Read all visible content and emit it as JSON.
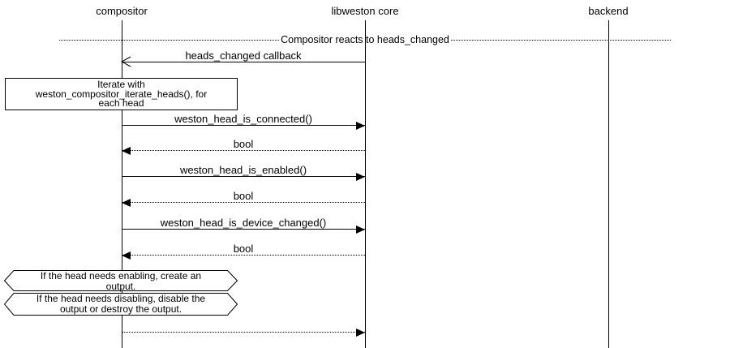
{
  "diagram": {
    "type": "uml-sequence",
    "background": "#ffffff",
    "foreground": "#000000",
    "participants": [
      {
        "label": "compositor"
      },
      {
        "label": "libweston core"
      },
      {
        "label": "backend"
      }
    ],
    "divider": {
      "label": "Compositor reacts to heads_changed"
    },
    "messages": [
      {
        "label": "heads_changed callback",
        "from": "libweston core",
        "to": "compositor",
        "line": "solid",
        "arrowhead": "open"
      },
      {
        "label": "weston_head_is_connected()",
        "from": "compositor",
        "to": "libweston core",
        "line": "solid",
        "arrowhead": "filled"
      },
      {
        "label": "bool",
        "from": "libweston core",
        "to": "compositor",
        "line": "dotted",
        "arrowhead": "filled"
      },
      {
        "label": "weston_head_is_enabled()",
        "from": "compositor",
        "to": "libweston core",
        "line": "solid",
        "arrowhead": "filled"
      },
      {
        "label": "bool",
        "from": "libweston core",
        "to": "compositor",
        "line": "dotted",
        "arrowhead": "filled"
      },
      {
        "label": "weston_head_is_device_changed()",
        "from": "compositor",
        "to": "libweston core",
        "line": "solid",
        "arrowhead": "filled"
      },
      {
        "label": "bool",
        "from": "libweston core",
        "to": "compositor",
        "line": "dotted",
        "arrowhead": "filled"
      },
      {
        "label": "",
        "from": "compositor",
        "to": "libweston core",
        "line": "dotted",
        "arrowhead": "filled"
      }
    ],
    "notes": [
      {
        "shape": "rect",
        "lines": [
          "Iterate with",
          "weston_compositor_iterate_heads(), for",
          "each head"
        ]
      },
      {
        "shape": "hexagon",
        "lines": [
          "If the head needs enabling, create an",
          "output."
        ]
      },
      {
        "shape": "hexagon",
        "lines": [
          "If the head needs disabling, disable the",
          "output or destroy the output."
        ]
      }
    ]
  }
}
